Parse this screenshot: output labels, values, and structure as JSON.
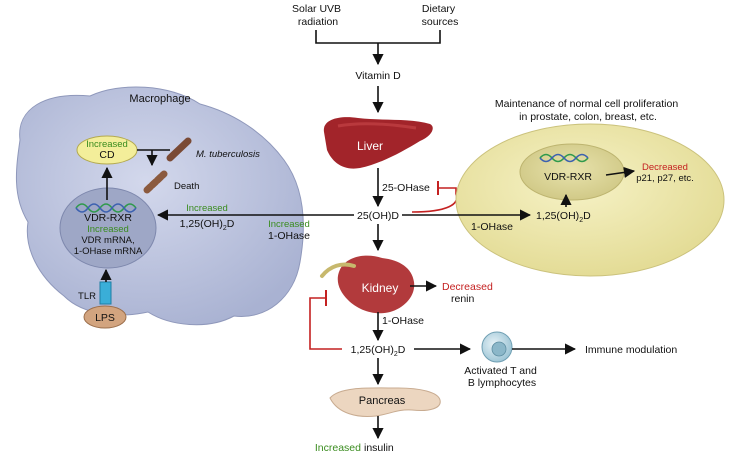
{
  "sources": {
    "uvb": [
      "Solar UVB",
      "radiation"
    ],
    "diet": [
      "Dietary",
      "sources"
    ]
  },
  "vitamin_d": "Vitamin D",
  "liver": "Liver",
  "ohase25": "25-OHase",
  "metabolite25": "25(OH)D",
  "kidney": "Kidney",
  "decreased_renin": {
    "decreased": "Decreased",
    "renin": "renin"
  },
  "ohase1_kidney": "1-OHase",
  "calcitriol_kidney": "1,25(OH)",
  "calcitriol_sub": "2",
  "calcitriol_end": "D",
  "lymphocytes": [
    "Activated T and",
    "B lymphocytes"
  ],
  "immune": "Immune modulation",
  "pancreas": "Pancreas",
  "insulin": {
    "increased": "Increased",
    "label": "insulin"
  },
  "macrophage": {
    "title": "Macrophage",
    "cd_increased": "Increased",
    "cd": "CD",
    "mtb": "M. tuberculosis",
    "death": "Death",
    "vdr_rxr": "VDR-RXR",
    "vdr_increased": "Increased",
    "vdr_mrna": "VDR mRNA,",
    "ohase_mrna": "1-OHase mRNA",
    "tlr": "TLR",
    "lps": "LPS"
  },
  "mac_calcitriol": {
    "increased": "Increased",
    "label": "1,25(OH)",
    "sub": "2",
    "end": "D"
  },
  "mac_ohase": {
    "increased": "Increased",
    "label": "1-OHase"
  },
  "prostate": {
    "title": [
      "Maintenance of normal cell proliferation",
      "in prostate, colon, breast, etc."
    ],
    "ohase": "1-OHase",
    "calcitriol": "1,25(OH)",
    "sub": "2",
    "end": "D",
    "vdr_rxr": "VDR-RXR",
    "decreased": "Decreased",
    "proteins": "p21, p27, etc."
  },
  "colors": {
    "macrophage": "#b9c1dc",
    "nucleus": "#9ea7c6",
    "cell_yellow": "#ece7a9",
    "liver": "#a2242a",
    "kidney": "#b23a3c",
    "pancreas": "#ecd6c0",
    "feedback": "#c42121",
    "green": "#3a8c1f",
    "receptor": "#3aaed8"
  }
}
